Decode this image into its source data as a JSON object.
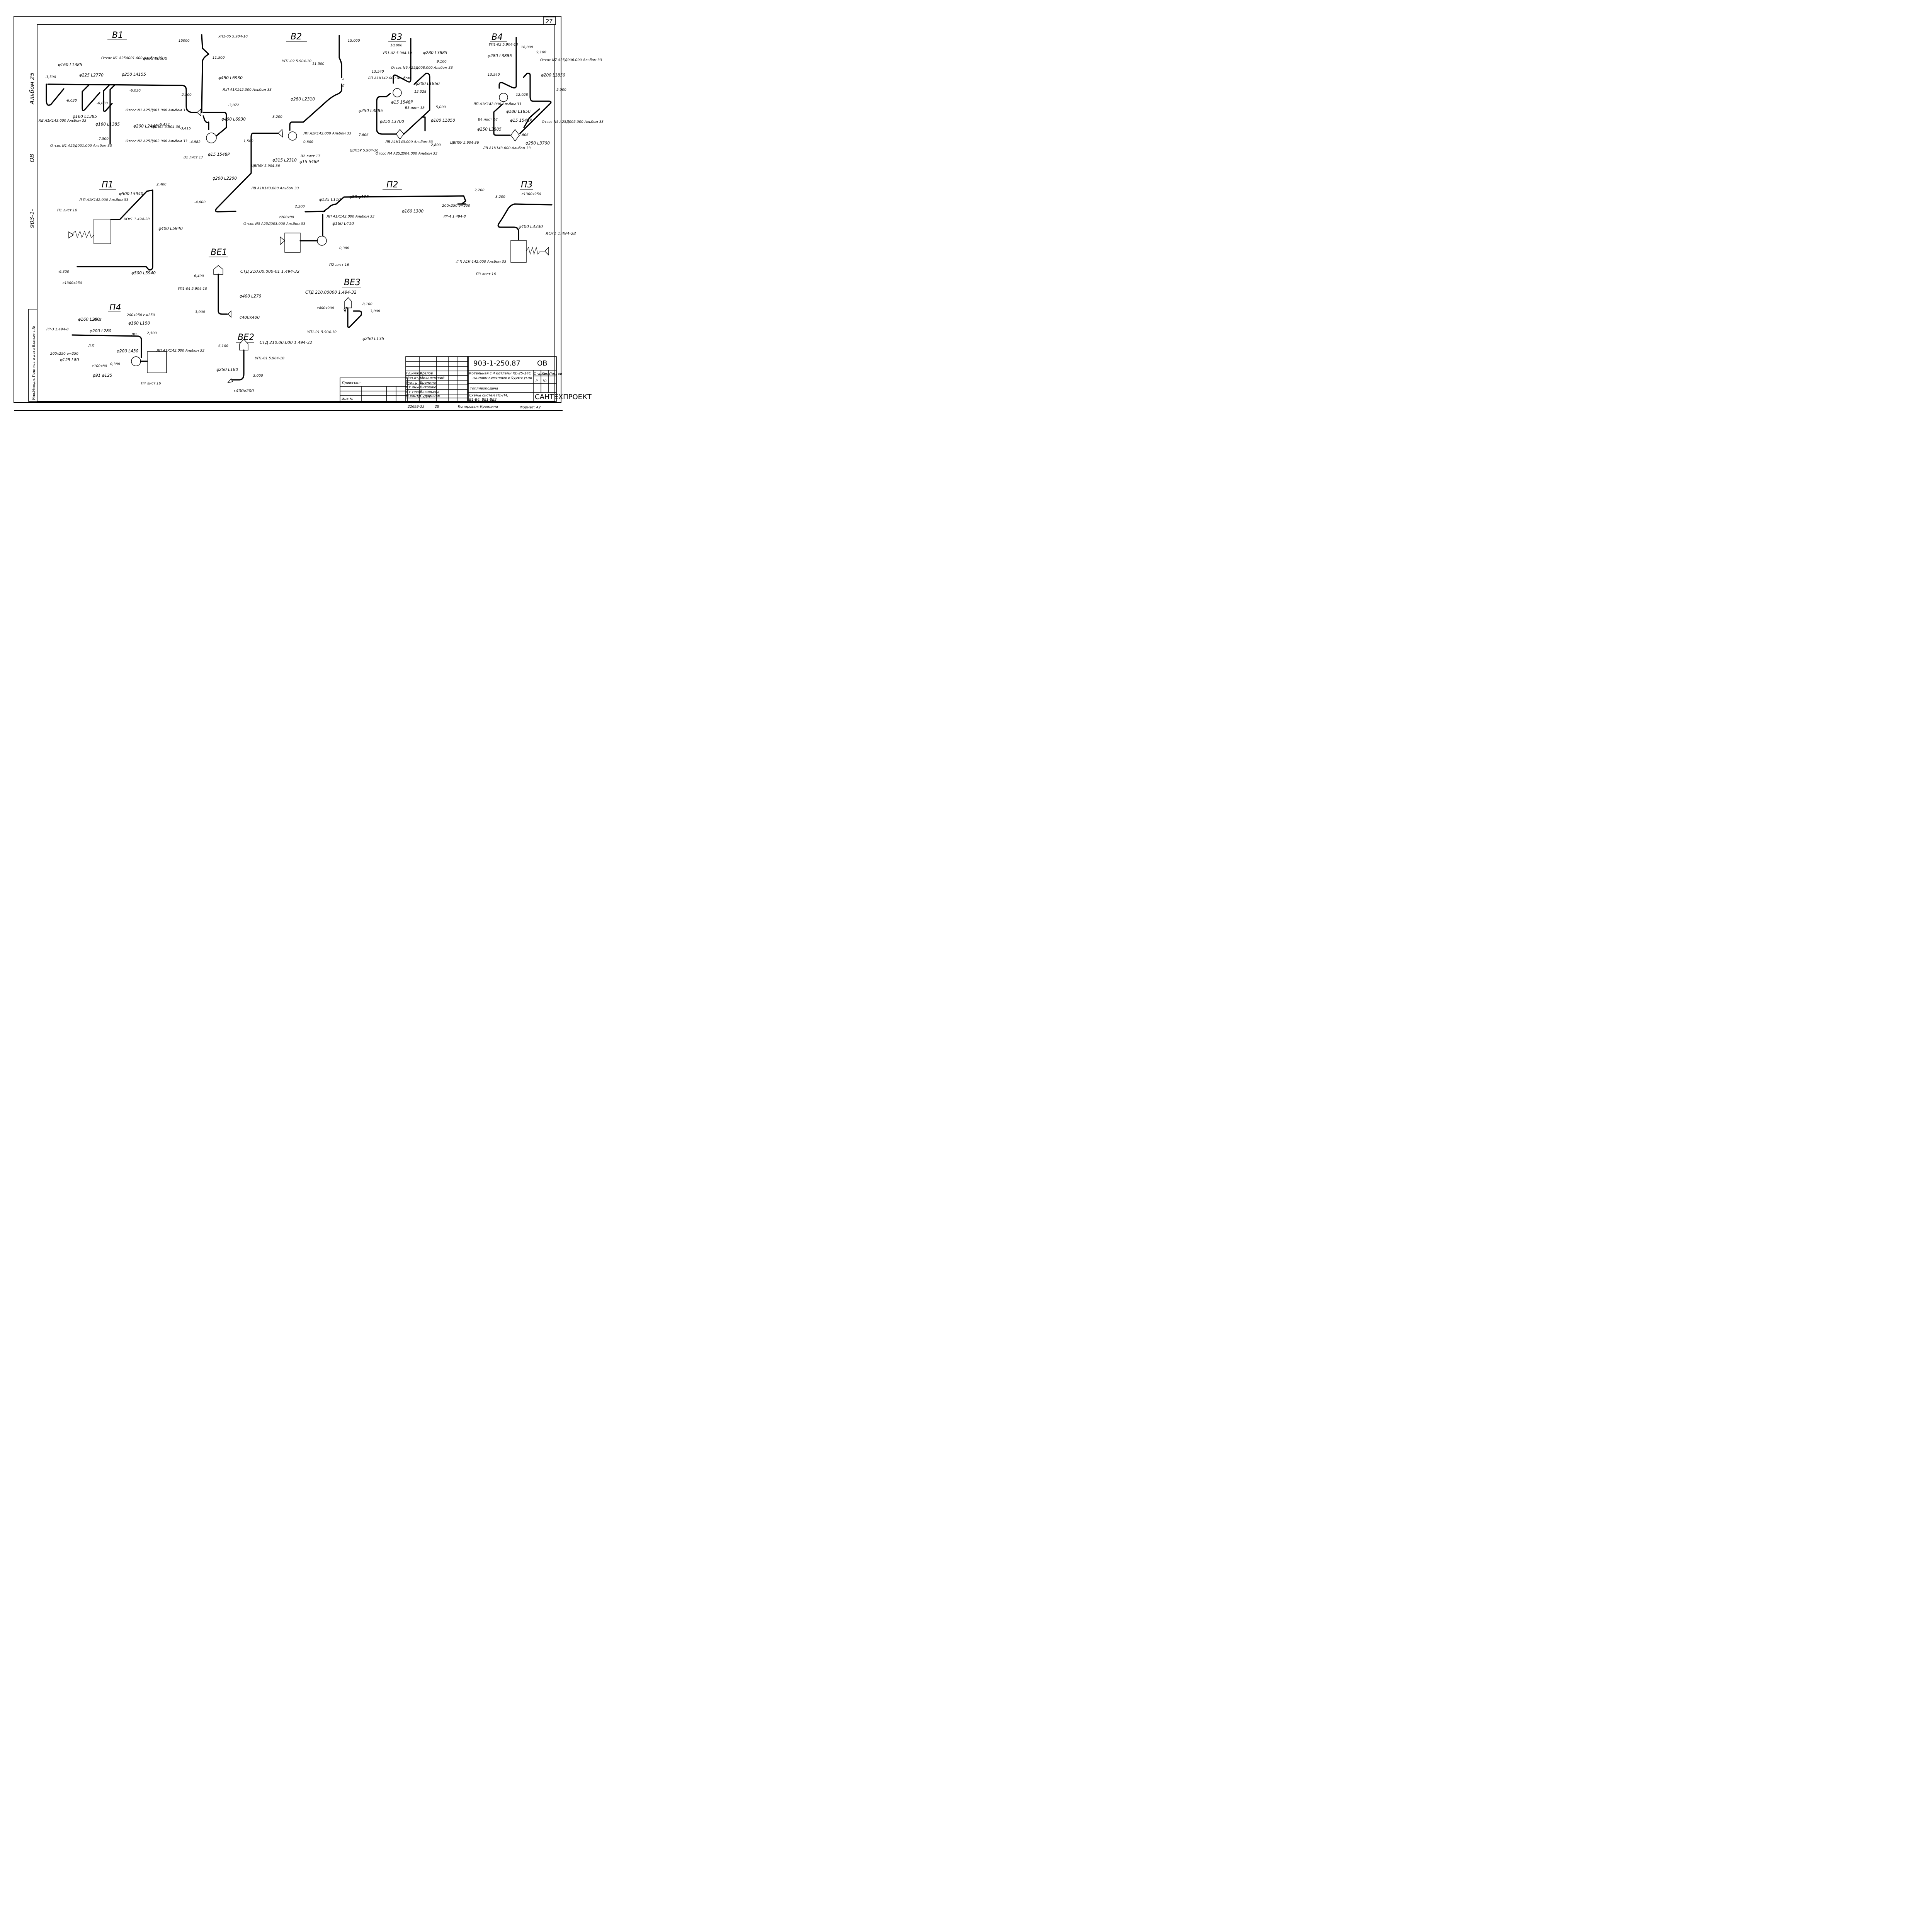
{
  "sheet": {
    "page_number": "27",
    "side_stamp": [
      "903-1-",
      "ОВ",
      "Альбом 25"
    ],
    "left_strip_label": "Инв.№подл. Подпись и дата  Взам.инв.№"
  },
  "systems": {
    "B1": {
      "title": "В1",
      "labels": [
        "φ160 L1385",
        "φ225 L2770",
        "φ250 L4155",
        "φ355 L6600",
        "φ160 L1385",
        "φ160 L1385",
        "φ200 L2445",
        "φ450 L6930",
        "φ400 L6930",
        "φ15 1548Р"
      ],
      "levels": [
        "-3,500",
        "-6,030",
        "-6,030",
        "-6,030",
        "-7,500",
        "-6,473",
        "-3,415",
        "-4,982",
        "2,500",
        "11,500",
        "15000",
        "-3,072"
      ],
      "notes": [
        "Отсос N1 А25А001.000 Альбом 33",
        "Отсос N1 А25Д001.000 Альбом 33",
        "Отсос N1 А25Д001.000 Альбом 33",
        "Отсос N2 А25Д002.000 Альбом 33",
        "ЛВ А1К143.000 Альбом 33",
        "Л.П А1К142.000 Альбом 33",
        "ЦВП6У 5.904-36",
        "УП1-05 5.904-10",
        "В1 лист 17"
      ],
      "tags": [
        "ЛВ",
        "ЛП"
      ]
    },
    "B2": {
      "title": "В2",
      "labels": [
        "φ280 L2310",
        "φ315 L2310",
        "φ200 L2200",
        "φ15 548Р"
      ],
      "levels": [
        "15,000",
        "11.500",
        "3,200",
        "1,580",
        "0,800",
        "-4,000"
      ],
      "notes": [
        "УП1-02 5.904-10",
        "ЛП А1К142.000 Альбом 33",
        "ЦВП4У 5.904-36",
        "ЛВ А1К143.000 Альбом 33",
        "Отсос N3 А25Д003.000 Альбом 33",
        "В2 лист 17"
      ],
      "markers": [
        "а",
        "б"
      ]
    },
    "B3": {
      "title": "В3",
      "labels": [
        "φ280 L3885",
        "φ200 L1850",
        "φ250 L3885",
        "φ250 L3700",
        "φ180 L1850",
        "φ15 1548Р"
      ],
      "levels": [
        "18,000",
        "13,540",
        "12,028",
        "9,100",
        "7,806",
        "5,000",
        "2,800"
      ],
      "notes": [
        "УП1-02 5.904-10",
        "Отсос N6 А25Д008.000 Альбом 33",
        "ЛП А1К142.000 Альбом",
        "ЛВ А1К143.000 Альбом 33",
        "Отсос N4 А25Д004.000 Альбом 33",
        "ЦВП5У 5.904-36",
        "В3 лист 18"
      ]
    },
    "B4": {
      "title": "В4",
      "labels": [
        "φ280 L3885",
        "φ200 L1850",
        "φ180 L1850",
        "φ250 L3885",
        "φ250 L3700",
        "φ15 1548Р"
      ],
      "levels": [
        "18,000",
        "13,540",
        "12,028",
        "9,100",
        "7,806",
        "5,000"
      ],
      "notes": [
        "УП1-02 5.904-10",
        "Отсос N7 А25Д006.000 Альбом 33",
        "ЛП А1К142.000 Альбом 33",
        "Отсос N5 А25Д005.000 Альбом 33",
        "ЛВ А1К143.000 Альбом 33",
        "ЦВП5У 5.904-36",
        "В4 лист 18"
      ]
    },
    "P1": {
      "title": "П1",
      "labels": [
        "φ500 L5940",
        "φ400 L5940",
        "φ500 L5940"
      ],
      "levels": [
        "2,400",
        "-6,300"
      ],
      "notes": [
        "Л П А1К142.000 Альбом 33",
        "П1 лист 16",
        "КОг1 1.494-28",
        "с1300х250"
      ]
    },
    "P2": {
      "title": "П2",
      "labels": [
        "φ80 φ125",
        "φ125 L110",
        "φ160 L300",
        "φ160 L410"
      ],
      "levels": [
        "2,200",
        "2,200",
        "0,380"
      ],
      "notes": [
        "ЛП А1К142.000 Альбом 33",
        "с200х80",
        "200х250 е=500",
        "РР-4 1.494-8",
        "П2 лист 16"
      ]
    },
    "P3": {
      "title": "П3",
      "labels": [
        "φ400 L3330"
      ],
      "levels": [
        "3,200"
      ],
      "notes": [
        "с1300х250",
        "КОг1 1.494-28",
        "Л П А1К-142.000 Альбом 33",
        "П3 лист 16"
      ]
    },
    "P4": {
      "title": "П4",
      "labels": [
        "φ160 L200",
        "φ160 L150",
        "φ200 L280",
        "φ200 L430",
        "φ125 L80",
        "φ91 φ125"
      ],
      "levels": [
        "2,500",
        "0,380"
      ],
      "notes": [
        "РР-3 1.494-8",
        "РР-3",
        "200х250 е=250",
        "200х250 е=250",
        "Л.П",
        "ЛП",
        "с100х80",
        "ЛП А1К142.000 Альбом 33",
        "П4 лист 16"
      ]
    },
    "BE1": {
      "title": "ВЕ1",
      "labels": [
        "φ400 L270"
      ],
      "levels": [
        "6,400",
        "3,000"
      ],
      "notes": [
        "СТД 210.00.000-01 1.494-32",
        "УП1-04 5.904-10",
        "с400х400"
      ]
    },
    "BE2": {
      "title": "ВЕ2",
      "labels": [
        "φ250 L180"
      ],
      "levels": [
        "6,100",
        "3,000"
      ],
      "notes": [
        "СТД 210.00.000 1.494-32",
        "УП1-01 5.904-10",
        "с400х200"
      ]
    },
    "BE3": {
      "title": "ВЕ3",
      "labels": [
        "φ250 L135"
      ],
      "levels": [
        "8,100",
        "3,000"
      ],
      "notes": [
        "СТД 210.00000 1.494-32",
        "с400х200",
        "УП1-01 5.904-10"
      ]
    }
  },
  "title_block": {
    "doc_code": "903-1-250.87",
    "section": "ОВ",
    "object_line1": "Котельная с 4 котлами КЕ-25-14С",
    "object_line2": "топливо-каменные и бурые угли",
    "sheet_title": "Топливоподача",
    "drawing_title_line1": "Схемы систем П1-П4,",
    "drawing_title_line2": "В1-В4, ВЕ1-ВЕ3",
    "stage_header": "Стадия",
    "sheet_header": "Лист",
    "sheets_header": "Листов",
    "stage": "Р",
    "sheet": "10",
    "sheets": "",
    "organization": "САНТЕХПРОЕКТ",
    "privyazan": "Привязан:",
    "inv_no": "Инв.№",
    "signatures": [
      {
        "role": "Гл.инж.пр",
        "name": "Козлов"
      },
      {
        "role": "Нач.отд",
        "name": "Михалевский"
      },
      {
        "role": "Рук.гр.",
        "name": "Еремина"
      },
      {
        "role": "Ст.инж.",
        "name": "Витошко"
      },
      {
        "role": "Ст.техн.",
        "name": "Васильева"
      },
      {
        "role": "Н.контр.",
        "name": "Судариков"
      }
    ],
    "footer_number": "22699-33",
    "footer_page": "28",
    "copied_by": "Копировал: Краилина",
    "format": "Формат: А2"
  }
}
